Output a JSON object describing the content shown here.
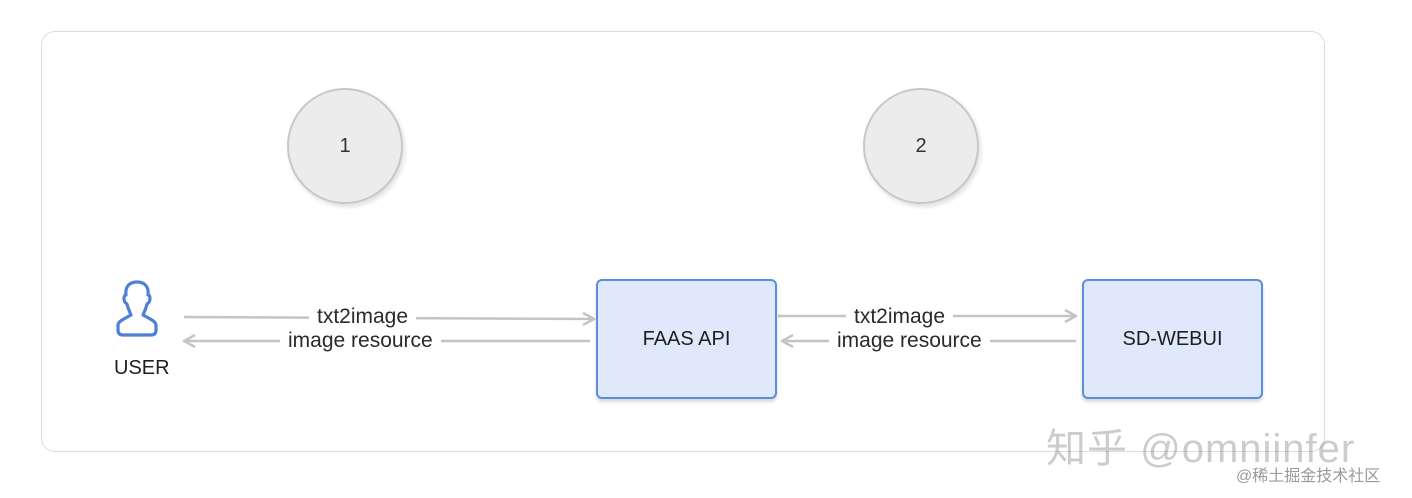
{
  "steps": [
    "1",
    "2"
  ],
  "user": {
    "label": "USER"
  },
  "nodes": {
    "faas": "FAAS API",
    "sdwebui": "SD-WEBUI"
  },
  "links": [
    {
      "request": "txt2image",
      "response": "image resource"
    },
    {
      "request": "txt2image",
      "response": "image resource"
    }
  ],
  "watermark": {
    "main": "知乎 @omniinfer",
    "sub": "@稀土掘金技术社区"
  },
  "colors": {
    "node_fill": "#dfe9fb",
    "node_border": "#5b8fdc",
    "arrow": "#c4c4c4",
    "step_circle": "#ececec"
  }
}
